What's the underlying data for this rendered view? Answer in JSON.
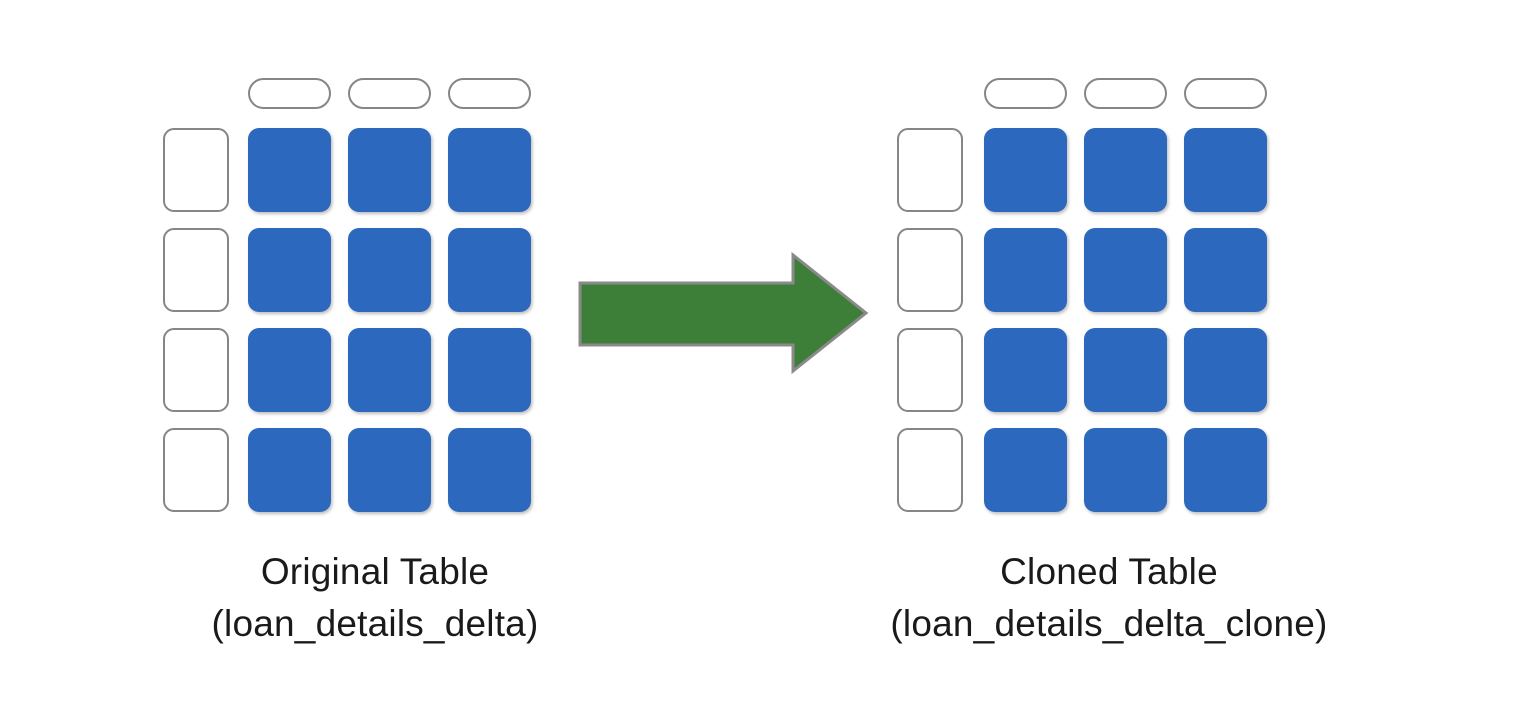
{
  "diagram": {
    "title": "Delta table zero-copy clone diagram",
    "background_color": "#ffffff",
    "cell_blue": "#2D68BF",
    "cell_border_gray": "#868686",
    "arrow_green": "#3D7E39",
    "arrow_outline": "#7F7F7F",
    "text_color": "#1a1a1a"
  },
  "source_table": {
    "caption_line1": "Original Table",
    "caption_line2": "(loan_details_delta)",
    "columns": 3,
    "rows": 4,
    "header_pills": [
      "",
      "",
      ""
    ],
    "row_headers": [
      "",
      "",
      "",
      ""
    ],
    "cells": [
      [
        "",
        "",
        ""
      ],
      [
        "",
        "",
        ""
      ],
      [
        "",
        "",
        ""
      ],
      [
        "",
        "",
        ""
      ]
    ]
  },
  "target_table": {
    "caption_line1": "Cloned Table",
    "caption_line2": "(loan_details_delta_clone)",
    "columns": 3,
    "rows": 4,
    "header_pills": [
      "",
      "",
      ""
    ],
    "row_headers": [
      "",
      "",
      "",
      ""
    ],
    "cells": [
      [
        "",
        "",
        ""
      ],
      [
        "",
        "",
        ""
      ],
      [
        "",
        "",
        ""
      ],
      [
        "",
        "",
        ""
      ]
    ]
  },
  "arrow": {
    "label": "",
    "direction": "right",
    "icon": "right-arrow-icon"
  }
}
